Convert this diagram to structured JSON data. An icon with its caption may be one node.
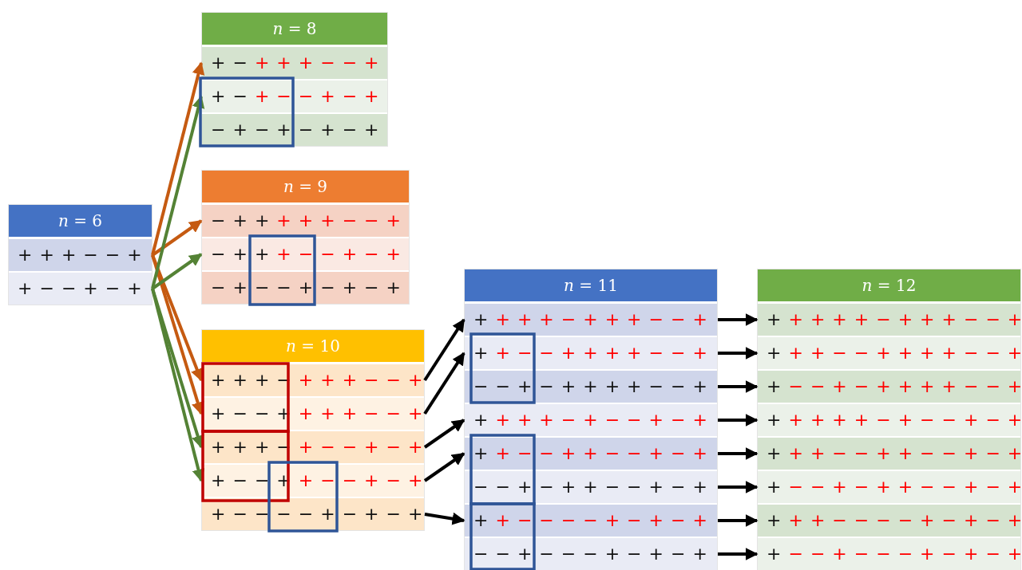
{
  "diagram": {
    "nodes": [
      {
        "text": [
          "*n* = 6"
        ]
      },
      {
        "text": [
          "+ + + − − +"
        ],
        "in": 0
      },
      {
        "text": [
          "+ − − + − +"
        ],
        "in": 0
      },
      {
        "text": [
          "*n* = 8"
        ]
      },
      {
        "text": [
          "+ − + + + − − +"
        ],
        "in": 3
      },
      {
        "text": [
          "+ − + − − + − +"
        ],
        "in": 3
      },
      {
        "text": [
          "− + − + − + − +"
        ],
        "in": 3
      },
      {
        "text": [
          "*n* = 9"
        ]
      },
      {
        "text": [
          "− + + + + + − − +"
        ],
        "in": 7
      },
      {
        "text": [
          "− + + + − − + − +"
        ],
        "in": 7
      },
      {
        "text": [
          "− + − − + − + − +"
        ],
        "in": 7
      },
      {
        "text": [
          "*n* = 10"
        ]
      },
      {
        "text": [
          "+ + + − + + + − − +"
        ],
        "in": 11
      },
      {
        "text": [
          "+ − − + + + + − − +"
        ],
        "in": 11
      },
      {
        "text": [
          "+ + + − + − − + − +"
        ],
        "in": 11
      },
      {
        "text": [
          "+ − − + + − − + − +"
        ],
        "in": 11
      },
      {
        "text": [
          "+ − − − − + − + − +"
        ],
        "in": 11
      },
      {
        "text": [
          "*n* = 11"
        ]
      },
      {
        "text": [
          "+ + + + − + + + − − +"
        ],
        "in": 17
      },
      {
        "text": [
          "+ + − − + + + + − − +"
        ],
        "in": 17
      },
      {
        "text": [
          "− − + − + + + + − − +"
        ],
        "in": 17
      },
      {
        "text": [
          "+ + + + − + − − + − +"
        ],
        "in": 17
      },
      {
        "text": [
          "+ + − − + + − − + − +"
        ],
        "in": 17
      },
      {
        "text": [
          "− − + − + + − − + − +"
        ],
        "in": 17
      },
      {
        "text": [
          "+ + − − − − + − + − +"
        ],
        "in": 17
      },
      {
        "text": [
          "− − + − − − + − + − +"
        ],
        "in": 17
      },
      {
        "text": [
          "*n* = 12"
        ]
      },
      {
        "text": [
          "+ + + + + − + + + − − +"
        ],
        "in": 26
      },
      {
        "text": [
          "+ + + − − + + + + − − +"
        ],
        "in": 26
      },
      {
        "text": [
          "+ − − + − + + + + − − +"
        ],
        "in": 26
      },
      {
        "text": [
          "+ + + + + − + − − + − +"
        ],
        "in": 26
      },
      {
        "text": [
          "+ + + − − + + − − + − +"
        ],
        "in": 26
      },
      {
        "text": [
          "+ − − + − + + − − + − +"
        ],
        "in": 26
      },
      {
        "text": [
          "+ + + − − − − + − + − +"
        ],
        "in": 26
      },
      {
        "text": [
          "+ − − + − − − + − + − +"
        ],
        "in": 26
      }
    ],
    "edges": [
      {
        "from": 1,
        "to": 4,
        "arrow": "to",
        "color": "#c55a11"
      },
      {
        "from": 1,
        "to": 8,
        "arrow": "to",
        "color": "#c55a11"
      },
      {
        "from": 1,
        "to": 12,
        "arrow": "to",
        "color": "#c55a11"
      },
      {
        "from": 1,
        "to": 13,
        "arrow": "to",
        "color": "#c55a11"
      },
      {
        "from": 2,
        "to": 5,
        "arrow": "to",
        "color": "#548235"
      },
      {
        "from": 2,
        "to": 9,
        "arrow": "to",
        "color": "#548235"
      },
      {
        "from": 2,
        "to": 14,
        "arrow": "to",
        "color": "#548235"
      },
      {
        "from": 2,
        "to": 15,
        "arrow": "to",
        "color": "#548235"
      },
      {
        "from": 12,
        "to": 18,
        "arrow": "to"
      },
      {
        "from": 13,
        "to": 19,
        "arrow": "to"
      },
      {
        "from": 14,
        "to": 21,
        "arrow": "to"
      },
      {
        "from": 15,
        "to": 22,
        "arrow": "to"
      },
      {
        "from": 16,
        "to": 24,
        "arrow": "to"
      },
      {
        "from": 18,
        "to": 27,
        "arrow": "to"
      },
      {
        "from": 19,
        "to": 28,
        "arrow": "to"
      },
      {
        "from": 20,
        "to": 29,
        "arrow": "to"
      },
      {
        "from": 21,
        "to": 30,
        "arrow": "to"
      },
      {
        "from": 22,
        "to": 31,
        "arrow": "to"
      },
      {
        "from": 23,
        "to": 32,
        "arrow": "to"
      },
      {
        "from": 24,
        "to": 33,
        "arrow": "to"
      },
      {
        "from": 25,
        "to": 34,
        "arrow": "to"
      }
    ]
  }
}
